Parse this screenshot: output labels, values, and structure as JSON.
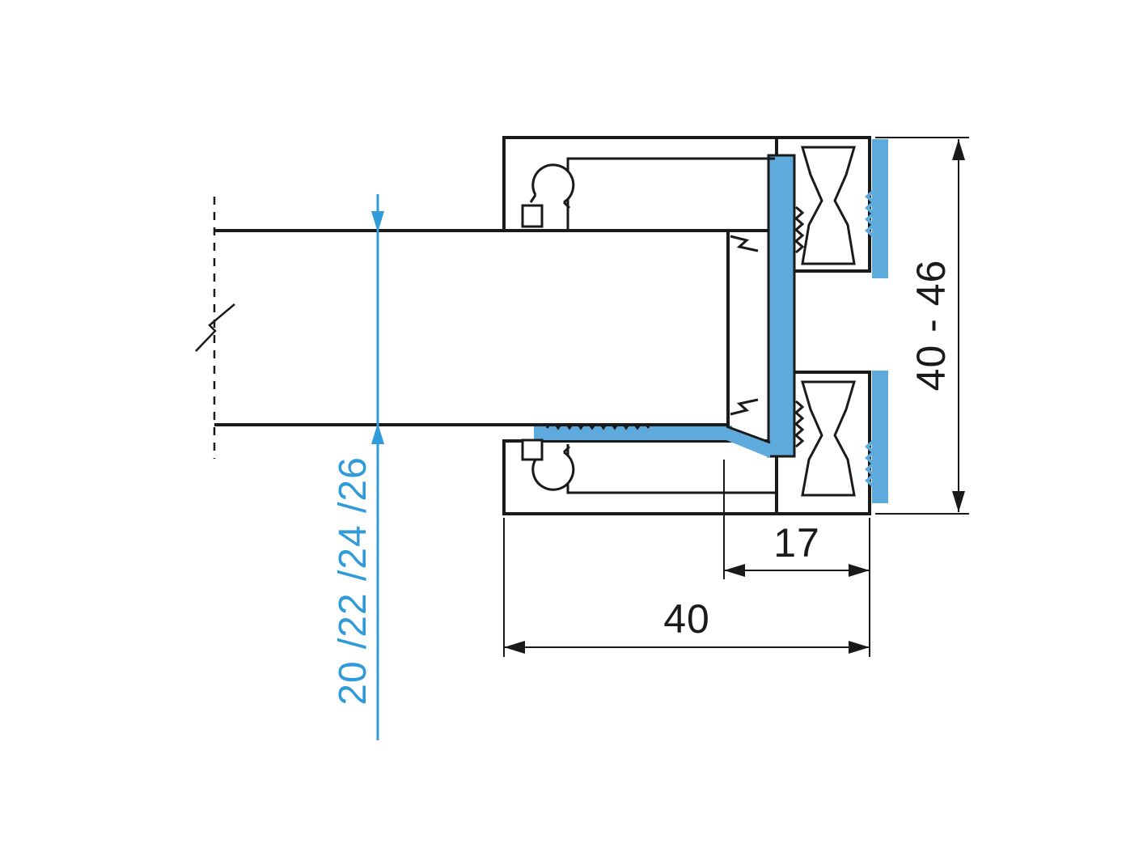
{
  "meta": {
    "title": "Aluminium glass clamping profile cross-section"
  },
  "colors": {
    "line": "#1a1a1a",
    "gasket_blue": "#5EAADC",
    "dimension_blue": "#2F9BD8",
    "background": "#ffffff"
  },
  "annotations": {
    "height_range": "40 - 46",
    "clamp_depth": "17",
    "profile_width": "40",
    "glass_thickness_options": "20 /22 /24 /26"
  }
}
